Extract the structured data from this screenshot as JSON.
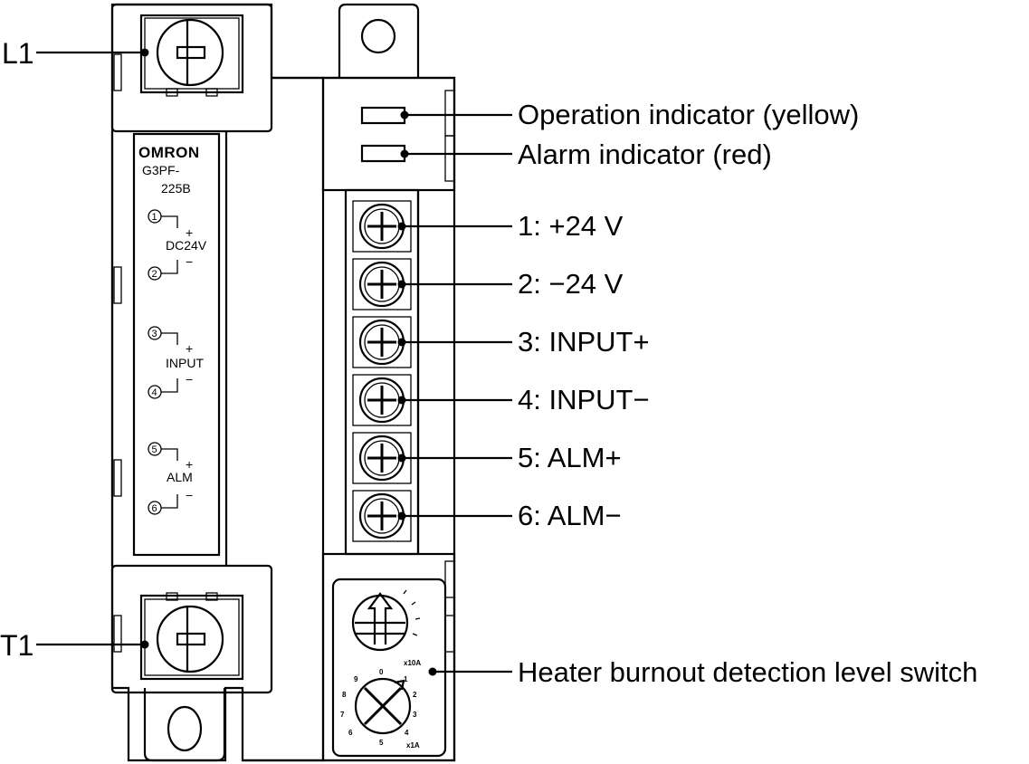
{
  "side_labels": {
    "top": "L1",
    "bottom": "T1"
  },
  "indicators": [
    {
      "label": "Operation indicator (yellow)"
    },
    {
      "label": "Alarm indicator (red)"
    }
  ],
  "terminals": [
    {
      "label": "1: +24 V"
    },
    {
      "label": "2: −24 V"
    },
    {
      "label": "3: INPUT+"
    },
    {
      "label": "4: INPUT−"
    },
    {
      "label": "5: ALM+"
    },
    {
      "label": "6: ALM−"
    }
  ],
  "switch_label": "Heater burnout detection level switch",
  "nameplate": {
    "brand": "OMRON",
    "model_line1": "G3PF-",
    "model_line2": "225B",
    "group_labels": [
      "DC24V",
      "INPUT",
      "ALM"
    ],
    "pin_numbers": [
      "1",
      "2",
      "3",
      "4",
      "5",
      "6"
    ],
    "plus": "+",
    "minus": "−"
  },
  "dial_marks": {
    "upper": "x10A",
    "lower": "x1A"
  }
}
